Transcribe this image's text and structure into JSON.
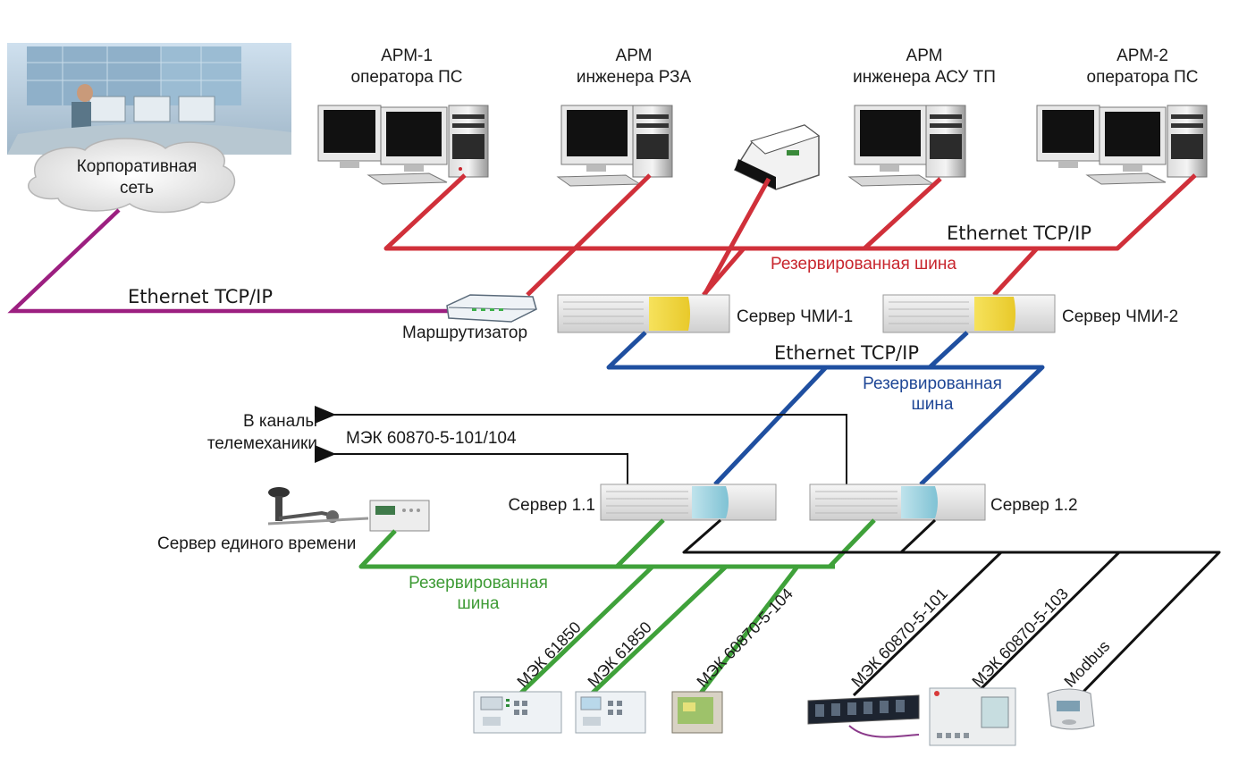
{
  "workstations": [
    {
      "line1": "АРМ-1",
      "line2": "оператора ПС"
    },
    {
      "line1": "АРМ",
      "line2": "инженера РЗА"
    },
    {
      "line1": "АРМ",
      "line2": "инженера АСУ ТП"
    },
    {
      "line1": "АРМ-2",
      "line2": "оператора ПС"
    }
  ],
  "corporate_network": {
    "line1": "Корпоративная",
    "line2": "сеть"
  },
  "router_label": "Маршрутизатор",
  "ethernet_label": "Ethernet TCP/IP",
  "redundant_bus": "Резервированная шина",
  "redundant_bus_line1": "Резервированная",
  "redundant_bus_line2": "шина",
  "hmi_servers": [
    "Сервер ЧМИ-1",
    "Сервер ЧМИ-2"
  ],
  "servers": [
    "Сервер 1.1",
    "Сервер 1.2"
  ],
  "telemechanics": {
    "line1": "В каналы",
    "line2": "телемеханики",
    "protocol": "МЭК 60870-5-101/104"
  },
  "time_server": "Сервер единого времени",
  "protocols": [
    "МЭК 61850",
    "МЭК 61850",
    "МЭК 60870-5-104",
    "МЭК 60870-5-101",
    "МЭК 60870-5-103",
    "Modbus"
  ],
  "colors": {
    "red_bus": "#d0303a",
    "blue_bus": "#1f4fa0",
    "green_bus": "#3fa13a",
    "purple_link": "#9c1f80",
    "black_link": "#111111"
  }
}
